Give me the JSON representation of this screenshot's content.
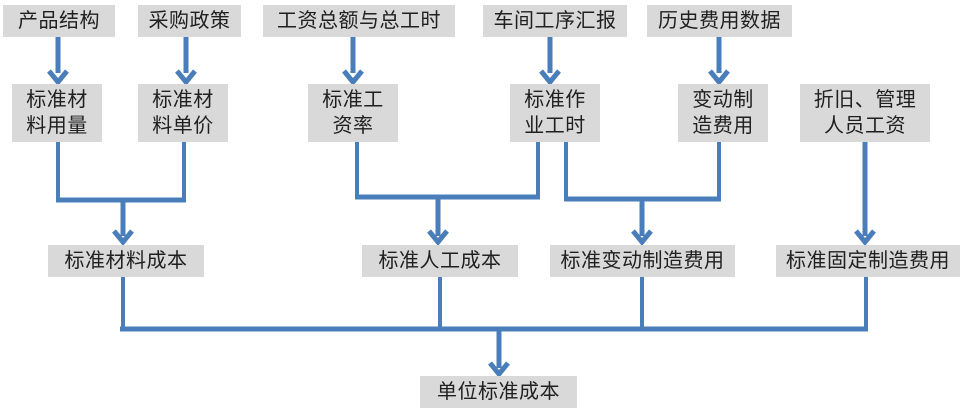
{
  "diagram_type": "flowchart",
  "colors": {
    "background": "#ffffff",
    "node_fill": "#d9d9d9",
    "node_text": "#202020",
    "connector_blue": "#4a7ebb"
  },
  "nodes": {
    "product_structure": {
      "label": "产品结构"
    },
    "procurement_policy": {
      "label": "采购政策"
    },
    "total_wages_and_hours": {
      "label": "工资总额与总工时"
    },
    "workshop_process_report": {
      "label": "车间工序汇报"
    },
    "historical_cost_data": {
      "label": "历史费用数据"
    },
    "std_material_usage": {
      "label": "标准材\n料用量"
    },
    "std_material_unit_price": {
      "label": "标准材\n料单价"
    },
    "std_wage_rate": {
      "label": "标准工\n资率"
    },
    "std_operation_hours": {
      "label": "标准作\n业工时"
    },
    "variable_mfg_expense": {
      "label": "变动制\n造费用"
    },
    "depreciation_admin_wages": {
      "label": "折旧、管理\n人员工资"
    },
    "std_material_cost": {
      "label": "标准材料成本"
    },
    "std_labor_cost": {
      "label": "标准人工成本"
    },
    "std_variable_mfg_expense": {
      "label": "标准变动制造费用"
    },
    "std_fixed_mfg_expense": {
      "label": "标准固定制造费用"
    },
    "unit_standard_cost": {
      "label": "单位标准成本"
    }
  },
  "edges": [
    {
      "from": "产品结构",
      "to": "标准材料用量"
    },
    {
      "from": "采购政策",
      "to": "标准材料单价"
    },
    {
      "from": "工资总额与总工时",
      "to": "标准工资率"
    },
    {
      "from": "车间工序汇报",
      "to": "标准作业工时"
    },
    {
      "from": "历史费用数据",
      "to": "变动制造费用"
    },
    {
      "from": "标准材料用量 + 标准材料单价",
      "to": "标准材料成本"
    },
    {
      "from": "标准工资率 + 标准作业工时",
      "to": "标准人工成本"
    },
    {
      "from": "标准作业工时 + 变动制造费用",
      "to": "标准变动制造费用"
    },
    {
      "from": "折旧、管理人员工资",
      "to": "标准固定制造费用"
    },
    {
      "from": "标准材料成本 + 标准人工成本 + 标准变动制造费用 + 标准固定制造费用",
      "to": "单位标准成本"
    }
  ]
}
